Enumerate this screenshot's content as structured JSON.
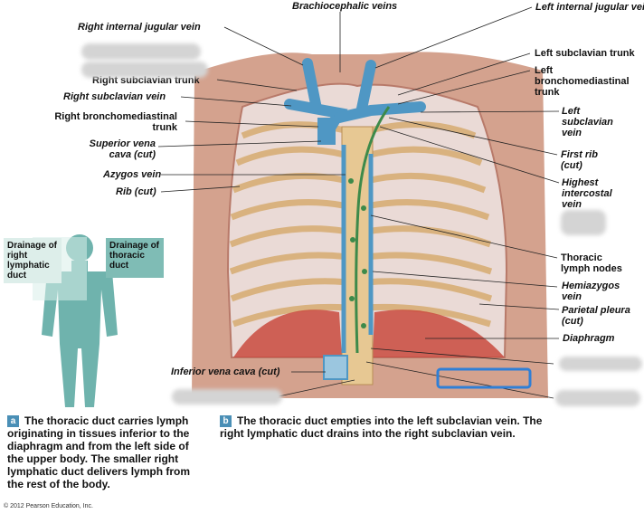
{
  "labels": {
    "brachiocephalic": "Brachiocephalic veins",
    "right_internal_jugular": "Right internal jugular vein",
    "left_internal_jugular": "Left internal jugular vein",
    "right_subclavian_trunk": "Right subclavian trunk",
    "left_subclavian_trunk": "Left subclavian trunk",
    "left_bronchomediastinal": "Left bronchomediastinal trunk",
    "right_subclavian_vein": "Right subclavian vein",
    "right_bronchomediastinal": "Right bronchomediastinal trunk",
    "left_subclavian_vein": "Left subclavian vein",
    "svc": "Superior vena cava (cut)",
    "first_rib": "First rib (cut)",
    "azygos": "Azygos vein",
    "highest_intercostal": "Highest intercostal vein",
    "rib_cut": "Rib (cut)",
    "thoracic_lymph_nodes": "Thoracic lymph nodes",
    "hemiazygos": "Hemiazygos vein",
    "parietal_pleura": "Parietal pleura (cut)",
    "diaphragm": "Diaphragm",
    "ivc": "Inferior vena cava (cut)"
  },
  "drainage": {
    "right": "Drainage of right lymphatic duct",
    "thoracic": "Drainage of thoracic duct"
  },
  "captions": {
    "a_tag": "a",
    "a_text": "The thoracic duct carries lymph originating in tissues inferior to the diaphragm and from the left side of the upper body. The smaller right lymphatic duct delivers lymph from the rest of the body.",
    "b_tag": "b",
    "b_text": "The thoracic duct empties into the left subclavian vein. The right lymphatic duct drains into the right subclavian vein."
  },
  "copyright": "© 2012 Pearson Education, Inc.",
  "colors": {
    "vein": "#4f97c4",
    "lymph": "#3d8a4a",
    "rib": "#e4bf8f",
    "diaphragm": "#c94a3e",
    "body": "#6fb3ad",
    "highlight_box": "#2f7fd6"
  }
}
